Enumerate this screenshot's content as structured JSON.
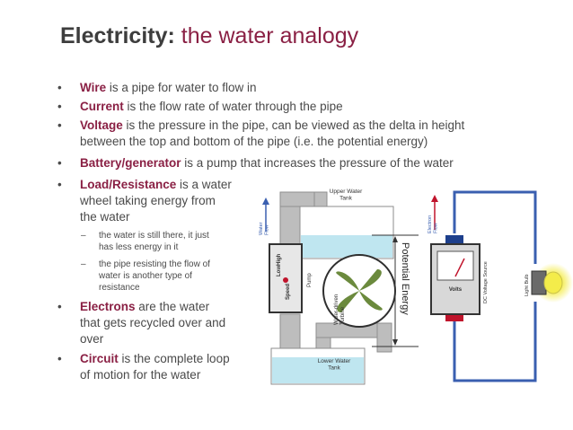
{
  "title": {
    "bold": "Electricity:",
    "rest": " the water analogy"
  },
  "bullets": [
    {
      "term": "Wire",
      "text": " is a pipe for water to flow in"
    },
    {
      "term": "Current",
      "text": " is the flow rate of water through the pipe"
    },
    {
      "term": "Voltage",
      "text": " is the pressure in the pipe, can be viewed as the delta in height",
      "line2": "between the top and bottom of the pipe (i.e. the potential energy)"
    },
    {
      "term": "Battery/generator",
      "text": " is a pump that increases the pressure of the water"
    },
    {
      "term": "Load/Resistance",
      "text": " is a water",
      "line2": "wheel taking energy from",
      "line3": "the water"
    },
    {
      "term": "Electrons",
      "text": " are the water",
      "line2": "that gets recycled over and",
      "line3": "over"
    },
    {
      "term": "Circuit",
      "text": " is the complete loop",
      "line2": "of motion for the water"
    }
  ],
  "subbullets": [
    {
      "line1": "the water is still there, it just",
      "line2": "has less energy in it"
    },
    {
      "line1": "the pipe resisting the flow of",
      "line2": "water is another type of",
      "line3": "resistance"
    }
  ],
  "diagram": {
    "upper_tank": "Upper Water\nTank",
    "lower_tank": "Lower Water\nTank",
    "water_flow": "Water\nFlow",
    "pump_speed_low": "Low",
    "pump_speed_high": "High",
    "pump_speed": "Speed",
    "pump": "Pump",
    "turbine": "Water-driven\nTurbine",
    "potential_energy": "Potential Energy",
    "electron_flow": "Electron\nFlow",
    "volts": "Volts",
    "dc_source": "DC Voltage Source",
    "light_bulb": "Light Bulb"
  },
  "colors": {
    "accent": "#8a2044",
    "pipe": "#a9a9a9",
    "water": "#bfe6f0",
    "wire": "#3a5fb0",
    "bulb": "#f4ec4a"
  }
}
